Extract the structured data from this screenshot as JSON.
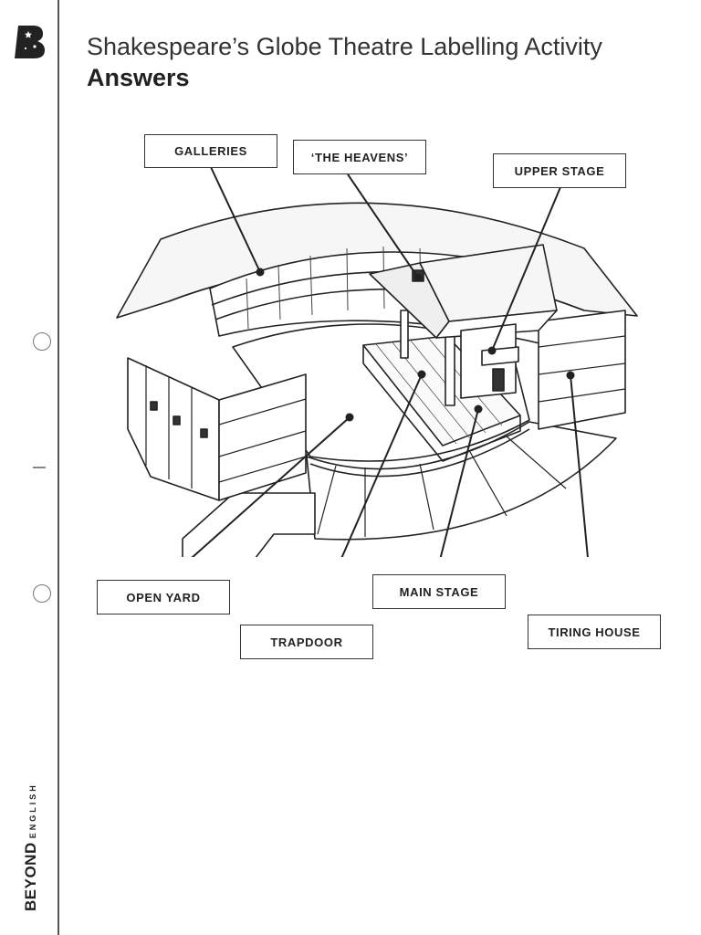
{
  "page": {
    "title": "Shakespeare’s Globe Theatre Labelling Activity",
    "subtitle": "Answers"
  },
  "brand": {
    "logo_icon": "beyond-logo-icon",
    "name_bold": "BEYOND",
    "name_light": "ENGLISH"
  },
  "labels": {
    "galleries": "GALLERIES",
    "heavens": "‘THE HEAVENS’",
    "upper_stage": "UPPER STAGE",
    "open_yard": "OPEN YARD",
    "main_stage": "MAIN STAGE",
    "trapdoor": "TRAPDOOR",
    "tiring_house": "TIRING HOUSE"
  },
  "colors": {
    "ink": "#222222",
    "line": "#333333",
    "margin": "#555555"
  }
}
